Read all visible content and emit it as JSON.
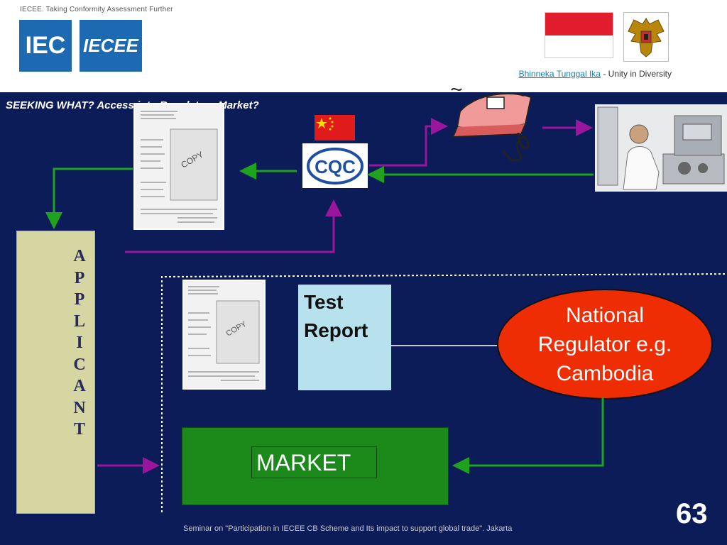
{
  "header": {
    "tagline": "IECEE. Taking Conformity Assessment Further",
    "logo_iec": "IEC",
    "logo_iecee": "IECEE",
    "motto_link": "Bhinneka Tunggal Ika",
    "motto_rest": " - Unity in Diversity"
  },
  "headline": "SEEKING WHAT? Access into Regulatory Market?",
  "applicant_letters": [
    "A",
    "P",
    "P",
    "L",
    "I",
    "C",
    "A",
    "N",
    "T"
  ],
  "ccc_label": "CQC",
  "test_report": "Test Report",
  "regulator": "National Regulator e.g. Cambodia",
  "market": "MARKET",
  "footer": "Seminar on \"Participation in IECEE CB Scheme and Its impact to support global trade\". Jakarta",
  "page_number": "63",
  "colors": {
    "background": "#0b1c58",
    "green_arrow": "#1fa31f",
    "purple_arrow": "#9a169c",
    "regulator": "#ee2d05",
    "market": "#1b8a1b",
    "test_report": "#b7e1ed"
  },
  "icons": [
    "iron-icon",
    "engineer-photo",
    "garuda-emblem",
    "indonesia-flag",
    "china-flag",
    "ccc-mark"
  ]
}
